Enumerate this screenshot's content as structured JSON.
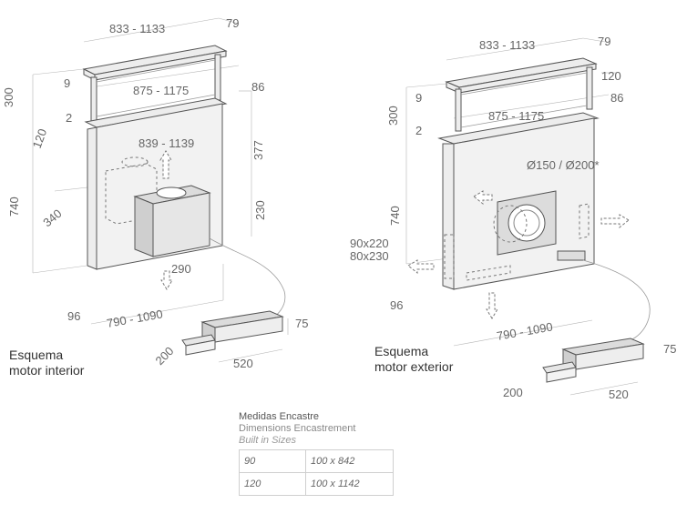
{
  "left": {
    "dims": {
      "width_top": "833 - 1133",
      "depth_top": "79",
      "d9": "9",
      "width_inner": "875 - 1175",
      "d86": "86",
      "d300": "300",
      "d2": "2",
      "d120": "120",
      "width_mid": "839 - 1139",
      "d377": "377",
      "d740": "740",
      "d340": "340",
      "d230": "230",
      "d290": "290",
      "d96": "96",
      "width_bottom": "790 - 1090",
      "d75": "75",
      "d200": "200",
      "d520": "520"
    },
    "caption_line1": "Esquema",
    "caption_line2": "motor interior"
  },
  "right": {
    "dims": {
      "width_top": "833 - 1133",
      "depth_top": "79",
      "d120": "120",
      "d9": "9",
      "width_inner": "875 - 1175",
      "d86": "86",
      "d300": "300",
      "d2": "2",
      "diameter": "Ø150 / Ø200*",
      "d740": "740",
      "cutout1": "90x220",
      "cutout2": "80x230",
      "d96": "96",
      "width_bottom": "790 - 1090",
      "d75": "75",
      "d200": "200",
      "d520": "520"
    },
    "caption_line1": "Esquema",
    "caption_line2": "motor exterior"
  },
  "sizes": {
    "title_es": "Medidas Encastre",
    "title_fr": "Dimensions Encastrement",
    "title_en": "Built in Sizes",
    "rows": [
      {
        "size": "90",
        "dim": "100 x 842"
      },
      {
        "size": "120",
        "dim": "100 x 1142"
      }
    ]
  }
}
